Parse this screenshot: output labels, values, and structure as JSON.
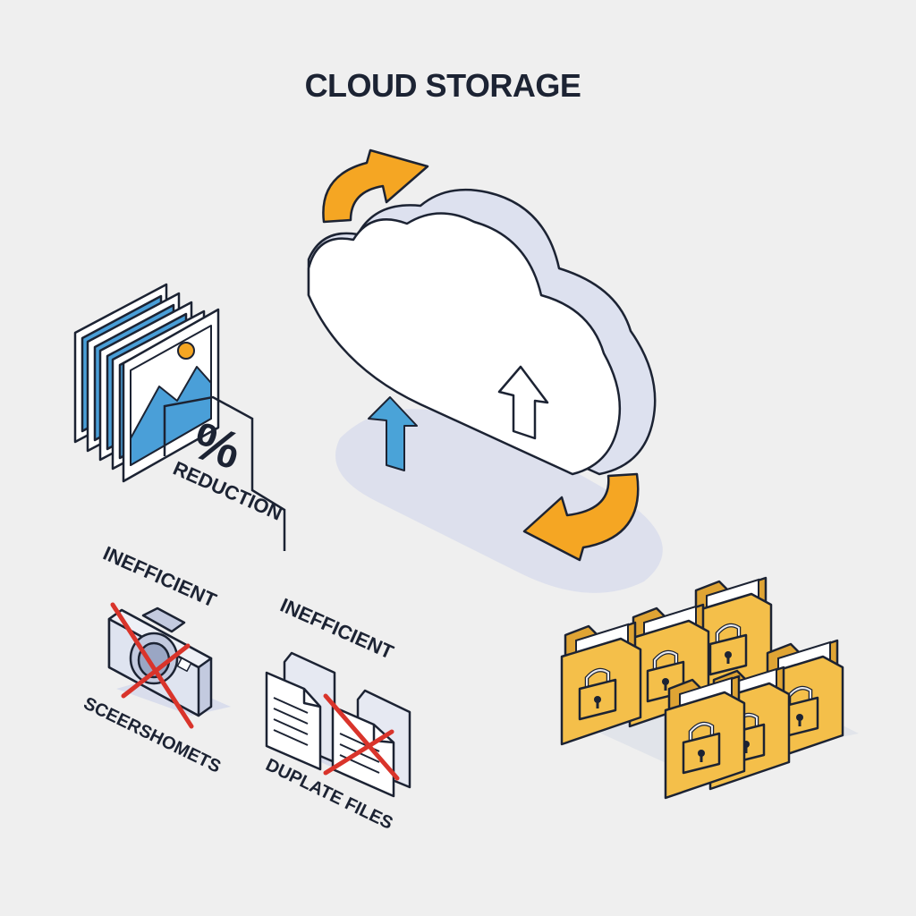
{
  "title": "CLOUD STORAGE",
  "compression": {
    "percent_symbol": "%",
    "caption": "REDUCTION"
  },
  "screenshots": {
    "heading": "INEFFICIENT",
    "caption": "SCEERSHOMETS"
  },
  "duplicates": {
    "heading": "INEFFICIENT",
    "caption": "DUPLATE FILES"
  },
  "colors": {
    "background": "#efefef",
    "outline": "#1c2333",
    "cloud_fill": "#ffffff",
    "cloud_side": "#dde1ef",
    "sync_arrow": "#f5a623",
    "upload_arrow": "#4aa3d8",
    "cross": "#d9342b",
    "folder": "#f4bf4a",
    "folder_dark": "#dfa434",
    "image_sky": "#4a9fd8"
  },
  "icons": [
    "cloud-icon",
    "sync-arrow-icon",
    "upload-arrow-icon",
    "image-stack-icon",
    "camera-icon",
    "document-icon",
    "cross-icon",
    "locked-folder-icon",
    "padlock-icon"
  ]
}
